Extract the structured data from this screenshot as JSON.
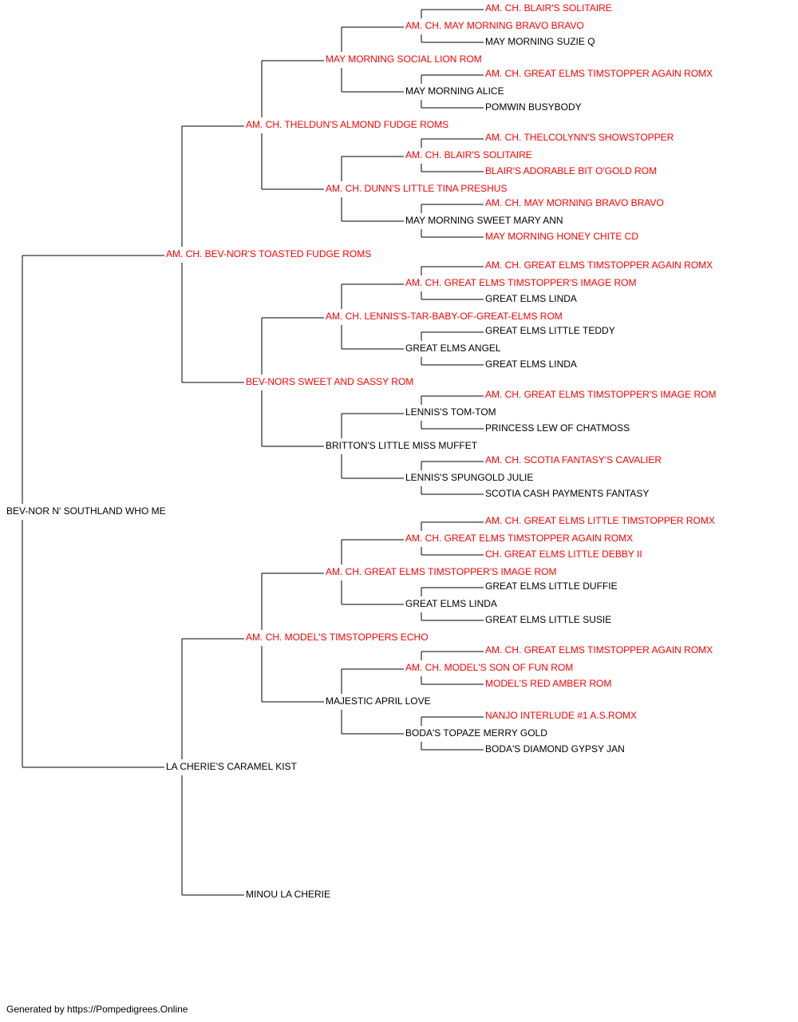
{
  "colors": {
    "champion": "#ff0000",
    "default": "#000000"
  },
  "footer": {
    "text": "Generated by https://Pompedigrees.Online"
  },
  "pedigree": {
    "name": "BEV-NOR N' SOUTHLAND WHO ME",
    "champion": false,
    "sire": {
      "name": "AM. CH. BEV-NOR'S TOASTED FUDGE ROMS",
      "champion": true,
      "sire": {
        "name": "AM. CH. THELDUN'S ALMOND FUDGE ROMS",
        "champion": true,
        "sire": {
          "name": "MAY MORNING SOCIAL LION ROM",
          "champion": true,
          "sire": {
            "name": "AM. CH. MAY MORNING BRAVO BRAVO",
            "champion": true,
            "sire": {
              "name": "AM. CH. BLAIR'S SOLITAIRE",
              "champion": true
            },
            "dam": {
              "name": "MAY MORNING SUZIE Q",
              "champion": false
            }
          },
          "dam": {
            "name": "MAY MORNING ALICE",
            "champion": false,
            "sire": {
              "name": "AM. CH. GREAT ELMS TIMSTOPPER AGAIN ROMX",
              "champion": true
            },
            "dam": {
              "name": "POMWIN BUSYBODY",
              "champion": false
            }
          }
        },
        "dam": {
          "name": "AM. CH. DUNN'S LITTLE TINA PRESHUS",
          "champion": true,
          "sire": {
            "name": "AM. CH. BLAIR'S SOLITAIRE",
            "champion": true,
            "sire": {
              "name": "AM. CH. THELCOLYNN'S SHOWSTOPPER",
              "champion": true
            },
            "dam": {
              "name": "BLAIR'S ADORABLE BIT O'GOLD ROM",
              "champion": true
            }
          },
          "dam": {
            "name": "MAY MORNING SWEET MARY ANN",
            "champion": false,
            "sire": {
              "name": "AM. CH. MAY MORNING BRAVO BRAVO",
              "champion": true
            },
            "dam": {
              "name": "MAY MORNING HONEY CHITE CD",
              "champion": true
            }
          }
        }
      },
      "dam": {
        "name": "BEV-NORS SWEET AND SASSY ROM",
        "champion": true,
        "sire": {
          "name": "AM. CH. LENNIS'S-TAR-BABY-OF-GREAT-ELMS ROM",
          "champion": true,
          "sire": {
            "name": "AM. CH. GREAT ELMS TIMSTOPPER'S IMAGE ROM",
            "champion": true,
            "sire": {
              "name": "AM. CH. GREAT ELMS TIMSTOPPER AGAIN ROMX",
              "champion": true
            },
            "dam": {
              "name": "GREAT ELMS LINDA",
              "champion": false
            }
          },
          "dam": {
            "name": "GREAT ELMS ANGEL",
            "champion": false,
            "sire": {
              "name": "GREAT ELMS LITTLE TEDDY",
              "champion": false
            },
            "dam": {
              "name": "GREAT ELMS LINDA",
              "champion": false
            }
          }
        },
        "dam": {
          "name": "BRITTON'S LITTLE MISS MUFFET",
          "champion": false,
          "sire": {
            "name": "LENNIS'S TOM-TOM",
            "champion": false,
            "sire": {
              "name": "AM. CH. GREAT ELMS TIMSTOPPER'S IMAGE ROM",
              "champion": true
            },
            "dam": {
              "name": "PRINCESS LEW OF CHATMOSS",
              "champion": false
            }
          },
          "dam": {
            "name": "LENNIS'S SPUNGOLD JULIE",
            "champion": false,
            "sire": {
              "name": "AM. CH. SCOTIA FANTASY'S CAVALIER",
              "champion": true
            },
            "dam": {
              "name": "SCOTIA CASH PAYMENTS FANTASY",
              "champion": false
            }
          }
        }
      }
    },
    "dam": {
      "name": "LA CHERIE'S CARAMEL KIST",
      "champion": false,
      "sire": {
        "name": "AM. CH. MODEL'S TIMSTOPPERS ECHO",
        "champion": true,
        "sire": {
          "name": "AM. CH. GREAT ELMS TIMSTOPPER'S IMAGE ROM",
          "champion": true,
          "sire": {
            "name": "AM. CH. GREAT ELMS TIMSTOPPER AGAIN ROMX",
            "champion": true,
            "sire": {
              "name": "AM. CH. GREAT ELMS LITTLE TIMSTOPPER ROMX",
              "champion": true
            },
            "dam": {
              "name": "CH. GREAT ELMS LITTLE DEBBY II",
              "champion": true
            }
          },
          "dam": {
            "name": "GREAT ELMS LINDA",
            "champion": false,
            "sire": {
              "name": "GREAT ELMS LITTLE DUFFIE",
              "champion": false
            },
            "dam": {
              "name": "GREAT ELMS LITTLE SUSIE",
              "champion": false
            }
          }
        },
        "dam": {
          "name": "MAJESTIC APRIL LOVE",
          "champion": false,
          "sire": {
            "name": "AM. CH. MODEL'S SON OF FUN ROM",
            "champion": true,
            "sire": {
              "name": "AM. CH. GREAT ELMS TIMSTOPPER AGAIN ROMX",
              "champion": true
            },
            "dam": {
              "name": "MODEL'S RED AMBER ROM",
              "champion": true
            }
          },
          "dam": {
            "name": "BODA'S TOPAZE MERRY GOLD",
            "champion": false,
            "sire": {
              "name": "NANJO INTERLUDE #1 A.S.ROMX",
              "champion": true
            },
            "dam": {
              "name": "BODA'S DIAMOND GYPSY JAN",
              "champion": false
            }
          }
        }
      },
      "dam": {
        "name": "MINOU LA CHERIE",
        "champion": false
      }
    }
  }
}
